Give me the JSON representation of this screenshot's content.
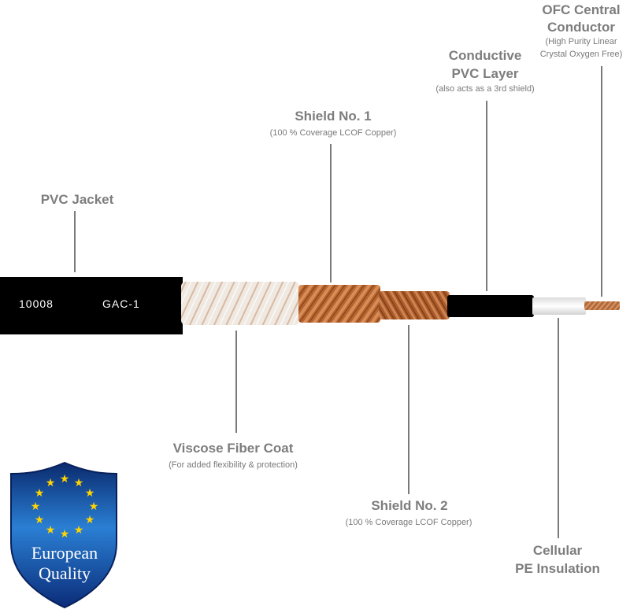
{
  "labels": {
    "pvc_jacket": {
      "title": "PVC Jacket"
    },
    "viscose": {
      "title": "Viscose Fiber Coat",
      "sub": "(For added flexibility & protection)"
    },
    "shield1": {
      "title": "Shield No. 1",
      "sub": "(100 % Coverage LCOF Copper)"
    },
    "shield2": {
      "title": "Shield No. 2",
      "sub": "(100 % Coverage LCOF Copper)"
    },
    "conductive": {
      "title_line1": "Conductive",
      "title_line2": "PVC Layer",
      "sub": "(also acts as a 3rd shield)"
    },
    "ofc": {
      "title_line1": "OFC Central",
      "title_line2": "Conductor",
      "sub_line1": "(High Purity Linear",
      "sub_line2": "Crystal Oxygen Free)"
    },
    "cellular": {
      "title_line1": "Cellular",
      "title_line2": "PE Insulation"
    }
  },
  "jacket_print": {
    "code": "10008",
    "model": "GAC-1"
  },
  "badge": {
    "line1": "European",
    "line2": "Quality"
  },
  "colors": {
    "label": "#7d7d7d",
    "jacket": "#000000",
    "copper": "#b86a3a",
    "insulation": "#ffffff"
  }
}
